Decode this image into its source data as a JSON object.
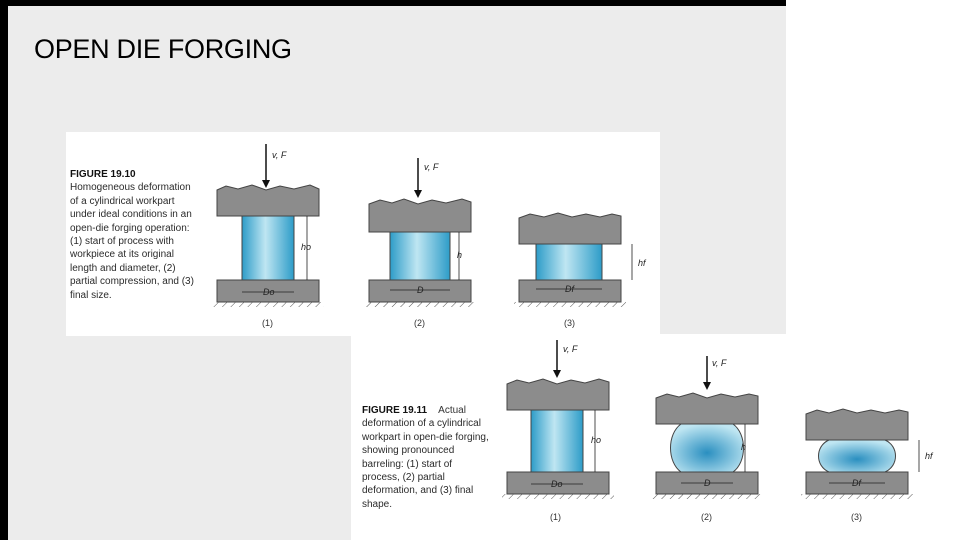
{
  "slide": {
    "title": "OPEN DIE FORGING"
  },
  "figure_19_10": {
    "number": "FIGURE 19.10",
    "caption": "Homogeneous deformation of a cylindrical workpart under ideal conditions in an open-die forging operation: (1) start of process with workpiece at its original length and diameter, (2) partial compression, and (3) final size.",
    "stages": [
      {
        "force_label": "v, F",
        "height_label": "ho",
        "diameter_label": "Do",
        "stage_label": "(1)"
      },
      {
        "force_label": "v, F",
        "height_label": "h",
        "diameter_label": "D",
        "stage_label": "(2)"
      },
      {
        "height_label": "hf",
        "diameter_label": "Df",
        "stage_label": "(3)"
      }
    ]
  },
  "figure_19_11": {
    "number": "FIGURE 19.11",
    "title_word": "Actual",
    "caption": "deformation of a cylindrical workpart in open-die forging, showing pronounced barreling: (1) start of process, (2) partial deformation, and (3) final shape.",
    "stages": [
      {
        "force_label": "v, F",
        "height_label": "ho",
        "diameter_label": "Do",
        "stage_label": "(1)"
      },
      {
        "force_label": "v, F",
        "height_label": "h",
        "diameter_label": "D",
        "stage_label": "(2)"
      },
      {
        "height_label": "hf",
        "diameter_label": "Df",
        "stage_label": "(3)"
      }
    ]
  },
  "colors": {
    "die": "#8c8c8c",
    "workpiece": "#3aa9d3",
    "workpiece_light": "#bfe6f2",
    "frame": "#000000",
    "slide_bg": "#ececec"
  }
}
